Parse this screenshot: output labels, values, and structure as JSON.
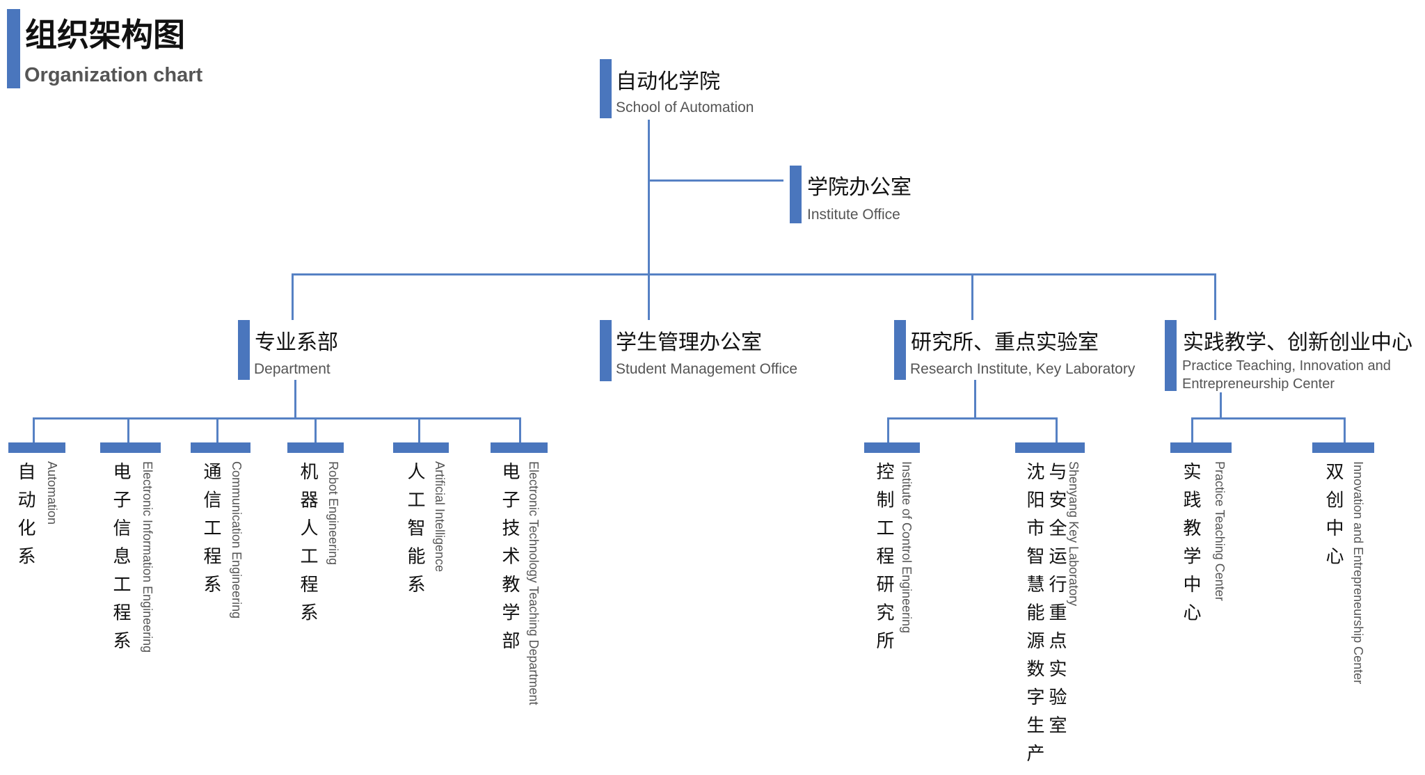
{
  "header": {
    "title_zh": "组织架构图",
    "title_en": "Organization chart"
  },
  "accent_color": "#4a76bd",
  "root": {
    "zh": "自动化学院",
    "en": "School of Automation"
  },
  "office": {
    "zh": "学院办公室",
    "en": "Institute Office"
  },
  "level2": [
    {
      "zh": "专业系部",
      "en": "Department"
    },
    {
      "zh": "学生管理办公室",
      "en": "Student Management Office"
    },
    {
      "zh": "研究所、重点实验室",
      "en": "Research Institute, Key Laboratory"
    },
    {
      "zh": "实践教学、创新创业中心",
      "en": "Practice Teaching, Innovation and Entrepreneurship Center"
    }
  ],
  "departments": [
    {
      "zh": "自动化系",
      "en": "Automation"
    },
    {
      "zh": "电子信息工程系",
      "en": "Electronic Information Engineering"
    },
    {
      "zh": "通信工程系",
      "en": "Communication Engineering"
    },
    {
      "zh": "机器人工程系",
      "en": "Robot Engineering"
    },
    {
      "zh": "人工智能系",
      "en": "Artificial Intelligence"
    },
    {
      "zh": "电子技术教学部",
      "en": "Electronic Technology Teaching Department"
    }
  ],
  "research": [
    {
      "zh": "控制工程研究所",
      "en": "Institute of Control Engineering"
    },
    {
      "zh": "沈阳市智慧能源数字生产与安全运行重点实验室",
      "en": "Shenyang Key Laboratory"
    }
  ],
  "practice": [
    {
      "zh": "实践教学中心",
      "en": "Practice Teaching Center"
    },
    {
      "zh": "双创中心",
      "en": "Innovation and Entrepreneurship Center"
    }
  ]
}
